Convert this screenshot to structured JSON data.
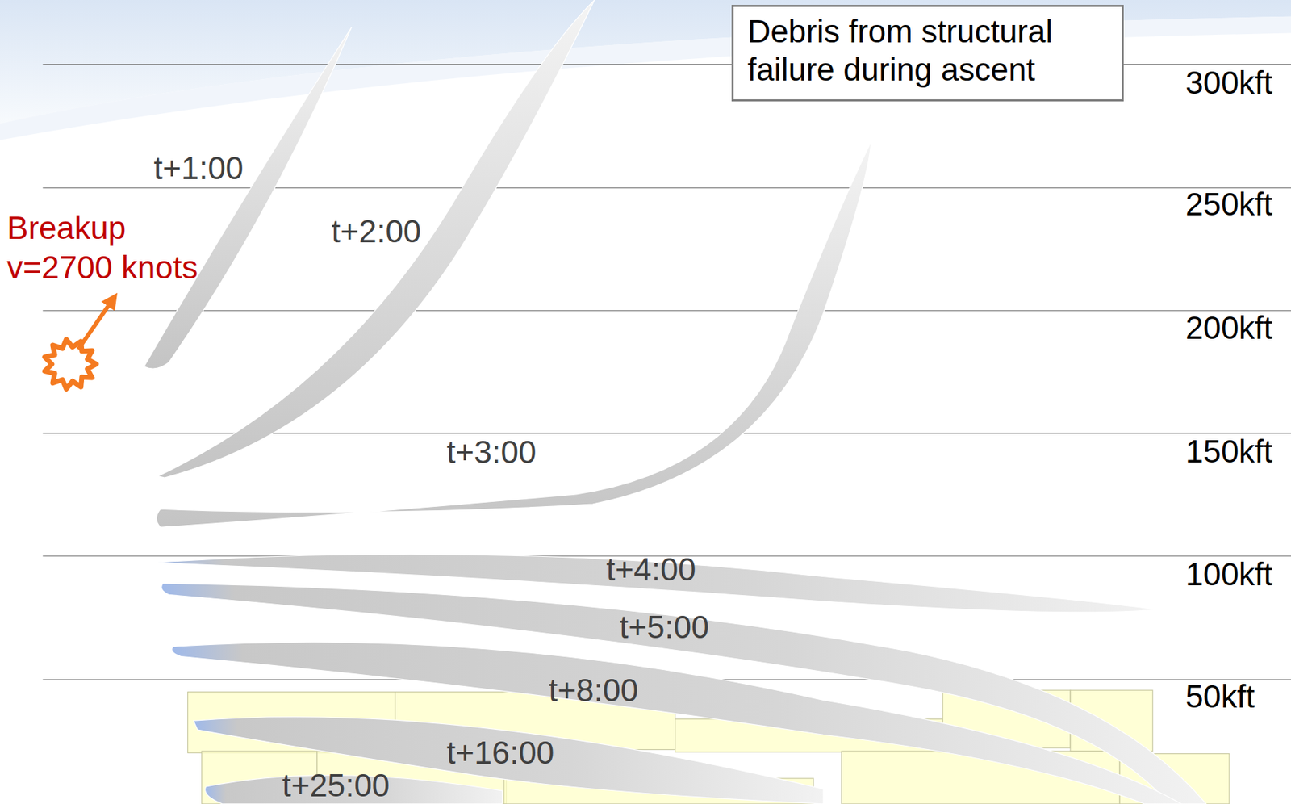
{
  "diagram": {
    "nodes": [
      {
        "text": [
          "Debris from structural failure during ascent"
        ]
      }
    ],
    "labels": [
      "300kft",
      "250kft",
      "200kft",
      "150kft",
      "100kft",
      "50kft",
      "t+1:00",
      "t+2:00",
      "t+3:00",
      "t+4:00",
      "t+5:00",
      "t+8:00",
      "t+16:00",
      "t+25:00",
      "Breakup v=2700 knots"
    ]
  }
}
